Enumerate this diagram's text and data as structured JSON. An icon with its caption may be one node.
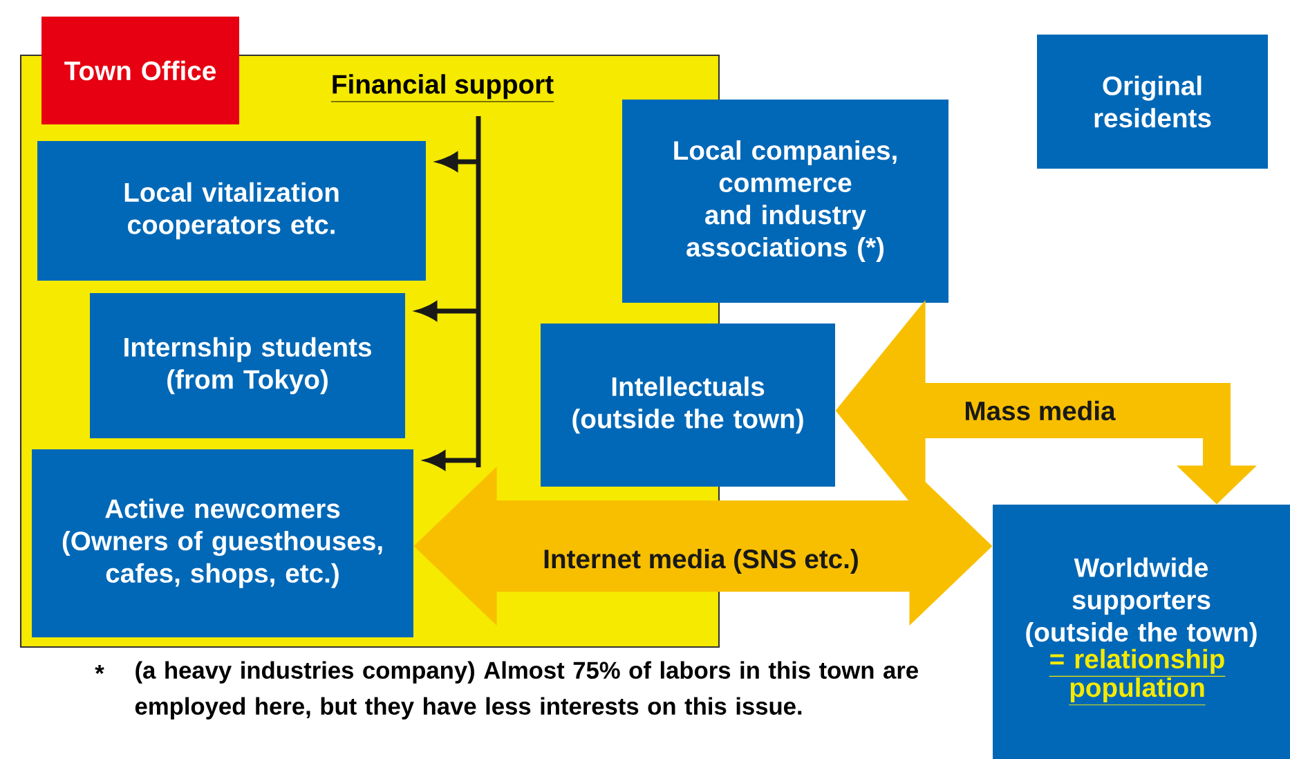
{
  "diagram": {
    "nodes": [
      {
        "text": [],
        "shape": "box"
      },
      {
        "text": [
          "Town Office"
        ]
      },
      {
        "text": [
          "Local vitalization cooperators etc."
        ],
        "in": 0
      },
      {
        "text": [
          "Internship students (from Tokyo)"
        ],
        "in": 0
      },
      {
        "text": [
          "Active newcomers (Owners of guesthouses, cafes, shops, etc.)"
        ],
        "in": 0
      },
      {
        "text": [
          "Local companies, commerce and industry associations (*)"
        ]
      },
      {
        "text": [
          "Original residents"
        ]
      },
      {
        "text": [
          "Intellectuals (outside the town)"
        ]
      },
      {
        "text": [
          "Worldwide supporters (outside the town)",
          "= relationship population"
        ]
      }
    ],
    "edges": [
      {
        "from": null,
        "to": 2,
        "arrow": "to"
      },
      {
        "from": null,
        "to": 3,
        "arrow": "to"
      },
      {
        "from": null,
        "to": 4,
        "arrow": "to"
      },
      {
        "from": 4,
        "to": 8,
        "arrow": "both",
        "label": "Internet media (SNS etc.)",
        "style": "thick",
        "color": "#f8bf00"
      },
      {
        "from": 7,
        "to": 8,
        "arrow": "both",
        "label": "Mass media",
        "style": "thick",
        "color": "#f8bf00"
      }
    ],
    "labels": [
      "Financial support",
      "*",
      "(a heavy industries company) Almost 75% of labors in this town are employed here, but they have less interests on this issue."
    ]
  }
}
